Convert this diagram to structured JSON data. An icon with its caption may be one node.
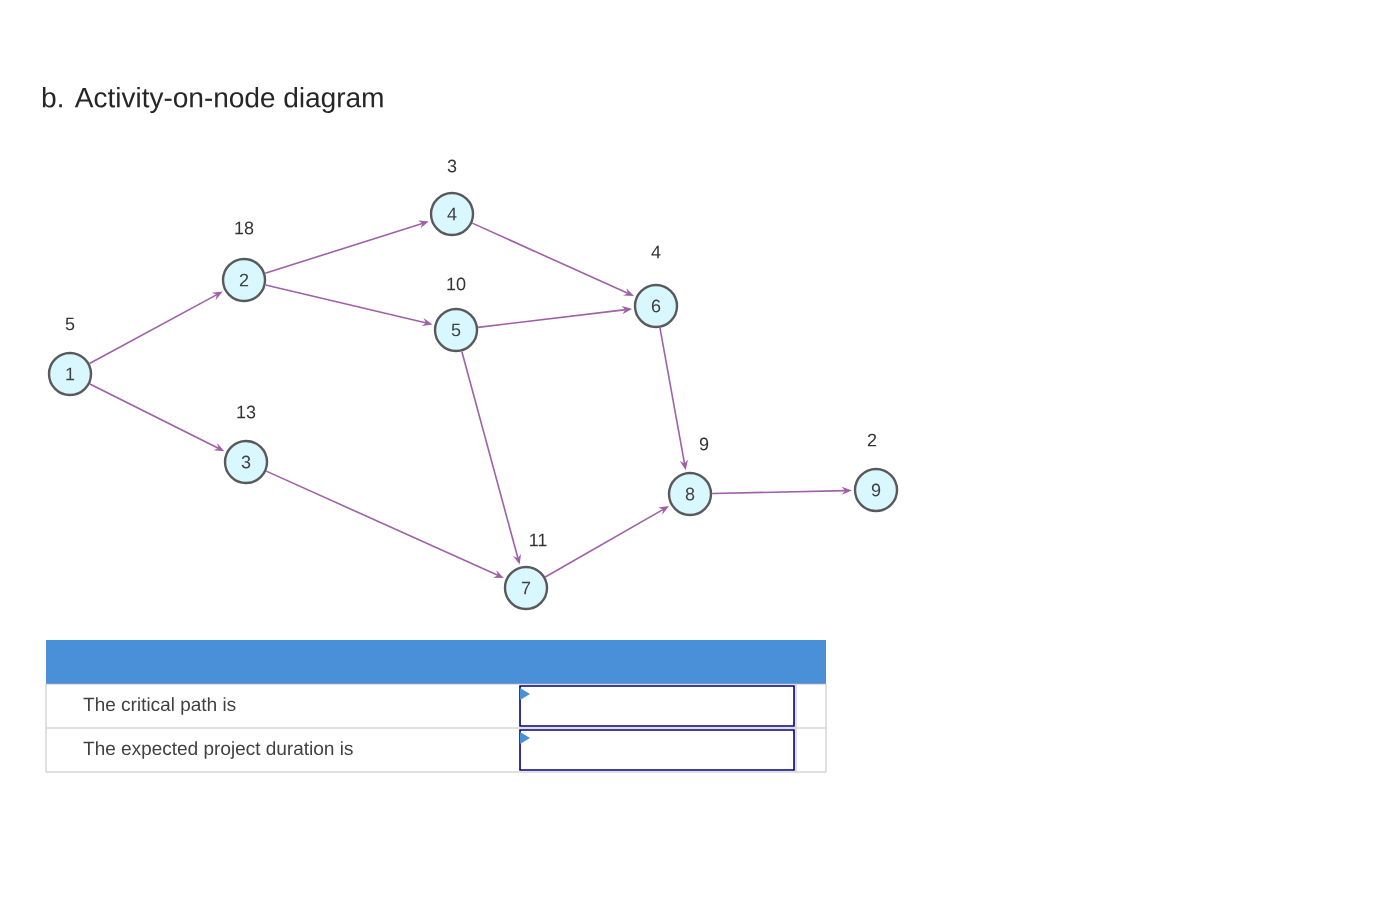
{
  "diagram": {
    "title": "b. Activity-on-node diagram",
    "nodes": [
      {
        "text": [
          "1"
        ],
        "beside": [
          "5"
        ]
      },
      {
        "text": [
          "2"
        ],
        "beside": [
          "18"
        ]
      },
      {
        "text": [
          "3"
        ],
        "beside": [
          "13"
        ]
      },
      {
        "text": [
          "4"
        ],
        "beside": [
          "3"
        ]
      },
      {
        "text": [
          "5"
        ],
        "beside": [
          "10"
        ]
      },
      {
        "text": [
          "6"
        ],
        "beside": [
          "4"
        ]
      },
      {
        "text": [
          "7"
        ],
        "beside": [
          "11"
        ]
      },
      {
        "text": [
          "8"
        ],
        "beside": [
          "9"
        ]
      },
      {
        "text": [
          "9"
        ],
        "beside": [
          "2"
        ]
      }
    ],
    "edges": [
      {
        "from": 0,
        "to": 1,
        "arrow": "to"
      },
      {
        "from": 0,
        "to": 2,
        "arrow": "to"
      },
      {
        "from": 1,
        "to": 3,
        "arrow": "to"
      },
      {
        "from": 1,
        "to": 4,
        "arrow": "to"
      },
      {
        "from": 3,
        "to": 5,
        "arrow": "to"
      },
      {
        "from": 4,
        "to": 5,
        "arrow": "to"
      },
      {
        "from": 4,
        "to": 6,
        "arrow": "to"
      },
      {
        "from": 2,
        "to": 6,
        "arrow": "to"
      },
      {
        "from": 5,
        "to": 7,
        "arrow": "to"
      },
      {
        "from": 6,
        "to": 7,
        "arrow": "to"
      },
      {
        "from": 7,
        "to": 8,
        "arrow": "to"
      }
    ],
    "labels": [
      "The critical path is",
      "The expected project duration is"
    ]
  }
}
